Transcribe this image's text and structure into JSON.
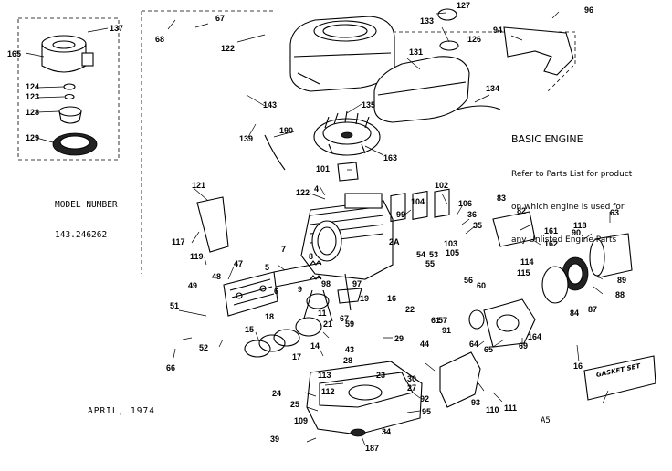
{
  "basic_engine": {
    "title": "BASIC ENGINE",
    "note_lines": [
      "Refer to Parts List for product",
      "on which engine is used for",
      "any Unlisted Engine Parts"
    ]
  },
  "model": {
    "heading": "MODEL NUMBER",
    "number": "143.246262"
  },
  "date": "APRIL, 1974",
  "page_ref": "A5",
  "gasket_set_label": "GASKET SET",
  "callouts": [
    "137",
    "165",
    "124",
    "123",
    "128",
    "129",
    "68",
    "67",
    "122",
    "127",
    "133",
    "126",
    "96",
    "94",
    "131",
    "134",
    "143",
    "139",
    "135",
    "190",
    "163",
    "101",
    "121",
    "122",
    "4",
    "102",
    "104",
    "99",
    "106",
    "36",
    "35",
    "83",
    "82",
    "161",
    "162",
    "118",
    "63",
    "90",
    "117",
    "119",
    "47",
    "2A",
    "103",
    "53",
    "105",
    "54",
    "55",
    "89",
    "88",
    "114",
    "115",
    "5",
    "48",
    "7",
    "8",
    "98",
    "97",
    "56",
    "60",
    "84",
    "87",
    "51",
    "49",
    "6",
    "9",
    "18",
    "19",
    "16",
    "22",
    "57",
    "164",
    "66",
    "52",
    "15",
    "14",
    "17",
    "21",
    "59",
    "61",
    "64",
    "65",
    "69",
    "16",
    "11",
    "67",
    "91",
    "44",
    "43",
    "28",
    "29",
    "23",
    "30",
    "113",
    "112",
    "24",
    "27",
    "92",
    "93",
    "111",
    "25",
    "95",
    "110",
    "109",
    "34",
    "39",
    "187"
  ]
}
